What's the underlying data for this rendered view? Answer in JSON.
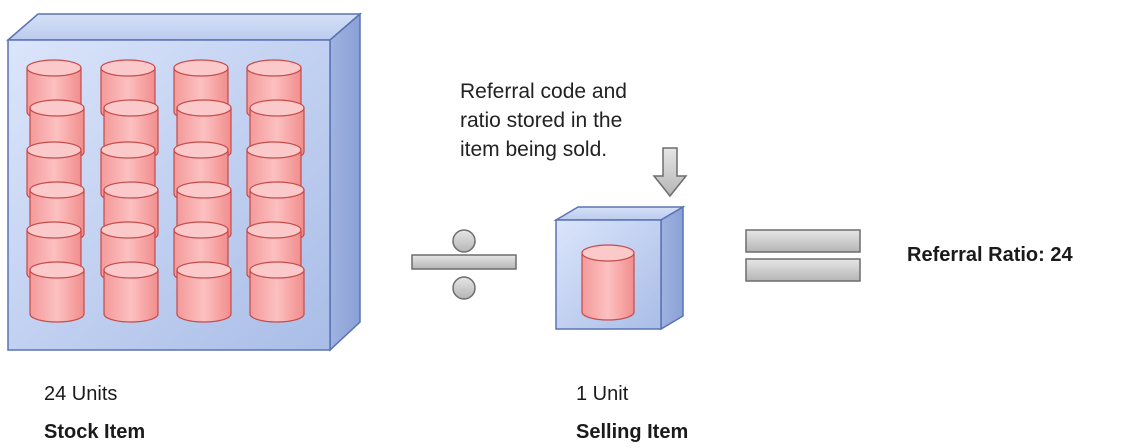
{
  "stock": {
    "units_label": "24 Units",
    "name": "Stock Item"
  },
  "selling": {
    "units_label": "1 Unit",
    "name": "Selling Item"
  },
  "note": {
    "line1": "Referral code and",
    "line2": "ratio stored in the",
    "line3": "item being sold."
  },
  "result": {
    "label": "Referral Ratio: 24"
  },
  "colors": {
    "box_fill": "#b9c9ec",
    "box_front": "#c9d7f5",
    "box_stroke": "#5a73b4",
    "cylinder_fill": "#f7a9a9",
    "cylinder_top": "#fbc9c9",
    "cylinder_stroke": "#c64a4a",
    "operator_fill": "#c8c8c8",
    "operator_stroke": "#6d6d6d"
  },
  "icons": {
    "divide": "divide-icon",
    "equals": "equals-icon",
    "down_arrow": "down-arrow-icon"
  }
}
